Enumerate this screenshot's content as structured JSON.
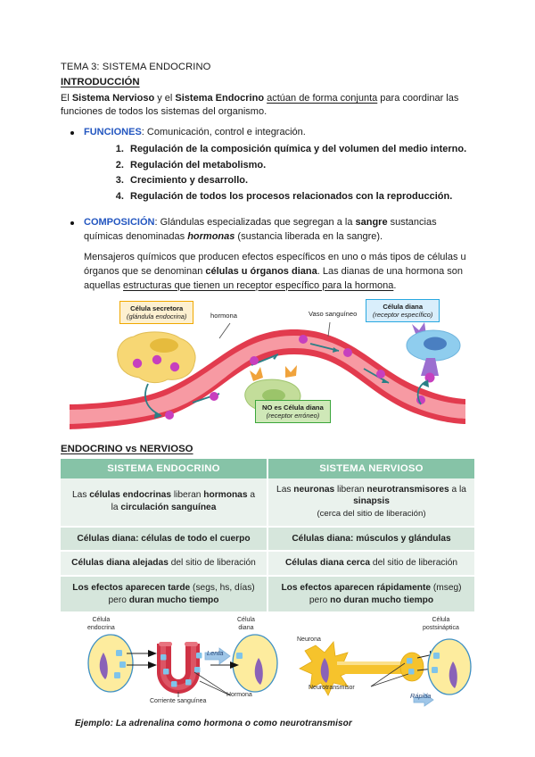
{
  "document": {
    "title": "TEMA 3: SISTEMA ENDOCRINO",
    "intro_heading": "INTRODUCCIÓN",
    "intro_paragraph": {
      "t1": "El ",
      "b1": "Sistema Nervioso",
      "t2": " y el ",
      "b2": "Sistema Endocrino",
      "u1": "actúan de forma conjunta",
      "t3": " para coordinar las funciones de todos los sistemas del organismo."
    },
    "funciones": {
      "label": "FUNCIONES",
      "text": ": Comunicación, control e integración.",
      "items": [
        "Regulación de la composición química y del volumen del medio interno.",
        "Regulación del metabolismo.",
        "Crecimiento y desarrollo.",
        "Regulación de todos los procesos relacionados con la reproducción."
      ]
    },
    "composicion": {
      "label": "COMPOSICIÓN",
      "t1": ": Glándulas especializadas que segregan a la ",
      "b1": "sangre",
      "t2": " sustancias químicas denominadas ",
      "bi1": "hormonas",
      "t3": " (sustancia liberada en la sangre).",
      "p2_t1": "Mensajeros químicos que producen efectos específicos en uno o más tipos de células u órganos que se denominan ",
      "p2_b1": "células u órganos diana",
      "p2_t2": ". Las dianas de una hormona son aquellas ",
      "p2_u1": "estructuras que tienen un receptor específico para la hormona",
      "p2_t3": "."
    }
  },
  "figure_hormone": {
    "box_secretora": {
      "line1": "Célula secretora",
      "line2": "(glándula endocrina)"
    },
    "box_diana": {
      "line1": "Célula diana",
      "line2": "(receptor específico)"
    },
    "box_no_diana": {
      "line1": "NO es Célula diana",
      "line2": "(receptor erróneo)"
    },
    "label_hormona": "hormona",
    "label_vaso": "Vaso sanguíneo",
    "colors": {
      "vessel_outer": "#e23b4e",
      "vessel_inner": "#f79aa3",
      "secretory_cell": "#f7d774",
      "secretory_nucleus": "#e6bb3d",
      "target_cell": "#8fcdee",
      "target_nucleus": "#4a7fc1",
      "receptor": "#9b6fd0",
      "non_target_cell": "#c3dd9a",
      "non_target_nucleus": "#9bc46a",
      "wrong_receptor": "#f0a33c",
      "hormone_dot": "#c73fbe",
      "arrow": "#2b7f86"
    }
  },
  "comparison_table": {
    "heading": "ENDOCRINO vs NERVIOSO",
    "columns": [
      "SISTEMA ENDOCRINO",
      "SISTEMA NERVIOSO"
    ],
    "header_color": "#86c3a7",
    "rows": [
      {
        "endocrino": {
          "t1": "Las ",
          "b1": "células endocrinas",
          "t2": " liberan ",
          "b2": "hormonas",
          "t3": " a la ",
          "b3": "circulación sanguínea",
          "t4": ""
        },
        "nervioso": {
          "t1": "Las ",
          "b1": "neuronas",
          "t2": " liberan ",
          "b2": "neurotransmisores",
          "t3": " a la ",
          "b3": "sinapsis",
          "t4": "",
          "note": "(cerca del sitio de liberación)"
        }
      },
      {
        "endocrino": {
          "b1": "Células diana: células de todo el cuerpo"
        },
        "nervioso": {
          "b1": "Células diana: músculos y glándulas"
        }
      },
      {
        "endocrino": {
          "b1": "Células diana alejadas",
          "t1": " del sitio de liberación"
        },
        "nervioso": {
          "b1": "Células diana cerca",
          "t1": " del sitio de liberación"
        }
      },
      {
        "endocrino": {
          "b1": "Los efectos aparecen tarde",
          "t1": " (segs, hs, días) pero ",
          "b2": "duran mucho tiempo"
        },
        "nervioso": {
          "b1": "Los efectos aparecen rápidamente",
          "t1": " (mseg) pero ",
          "b2": "no duran mucho tiempo"
        }
      }
    ]
  },
  "figure_bottom": {
    "labels": {
      "celula_endocrina": "Célula\nendocrina",
      "celula_diana": "Célula\ndiana",
      "lenta": "Lenta",
      "hormona": "Hormona",
      "corriente": "Corriente sanguínea",
      "neurona": "Neurona",
      "neurotransmisor": "Neurotransmisor",
      "rapida": "Rápida",
      "celula_postsinaptica": "Célula\npostsináptica"
    },
    "caption": "Ejemplo: La adrenalina como hormona o como neurotransmisor",
    "colors": {
      "cell_body": "#fdec9e",
      "cell_border": "#3d8fc4",
      "nucleus": "#8a62b8",
      "vessel": "#cf3245",
      "vessel_light": "#e8737f",
      "granule": "#7fc4ea",
      "neuron": "#f6c32c",
      "arrow_blue": "#9fc6e8"
    }
  }
}
